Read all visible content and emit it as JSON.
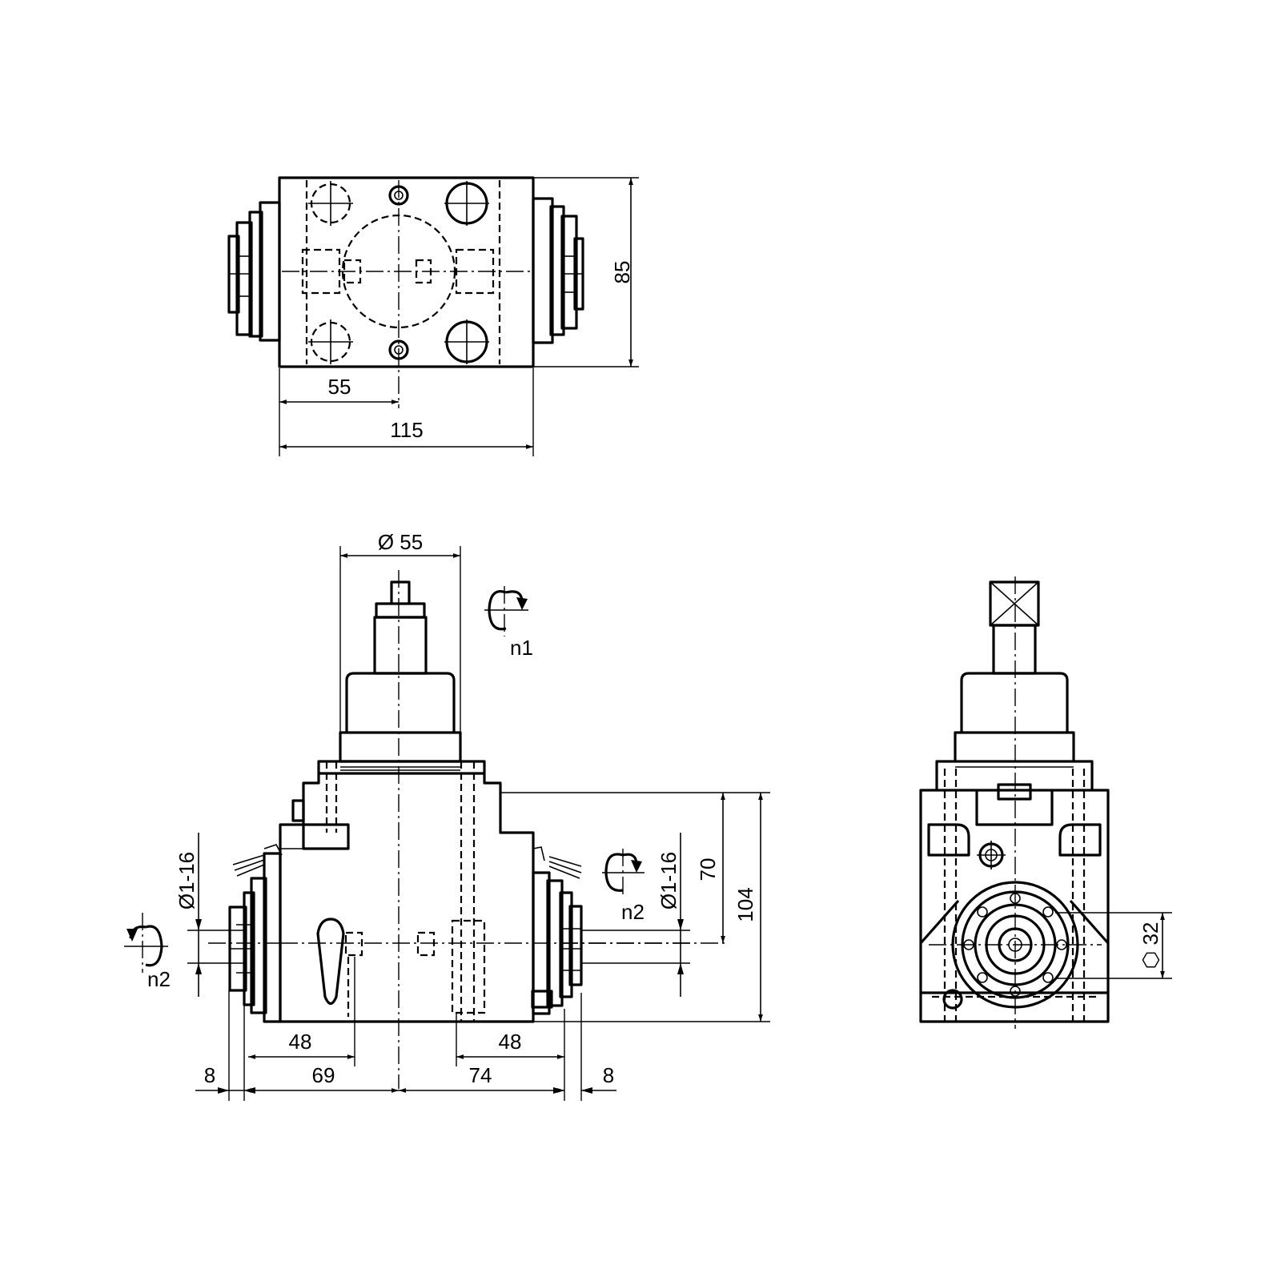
{
  "top_view": {
    "dim_width": "115",
    "dim_half_width": "55",
    "dim_height": "85"
  },
  "front_view": {
    "dim_shaft_diameter": "Ø 55",
    "rotation_top_label": "n1",
    "rotation_left_label": "n2",
    "rotation_right_label": "n2",
    "dim_bore_left": "Ø1-16",
    "dim_bore_right": "Ø1-16",
    "dim_height_70": "70",
    "dim_height_104": "104",
    "dim_bottom_left_48": "48",
    "dim_bottom_right_48": "48",
    "dim_bottom_69": "69",
    "dim_bottom_74": "74",
    "dim_bottom_left_8": "8",
    "dim_bottom_right_8": "8"
  },
  "side_view": {
    "dim_hex_32": "⬡ 32"
  }
}
